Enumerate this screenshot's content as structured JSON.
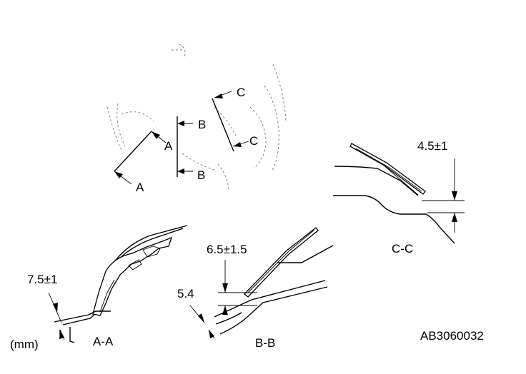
{
  "labels": {
    "section_a": "A",
    "section_b": "B",
    "section_c": "C",
    "view_aa": "A-A",
    "view_bb": "B-B",
    "view_cc": "C-C",
    "unit": "(mm)",
    "figure_code": "AB3060032"
  },
  "dimensions": {
    "aa_gap": "7.5±1",
    "bb_height": "6.5±1.5",
    "bb_gap": "5.4",
    "cc_gap": "4.5±1"
  }
}
